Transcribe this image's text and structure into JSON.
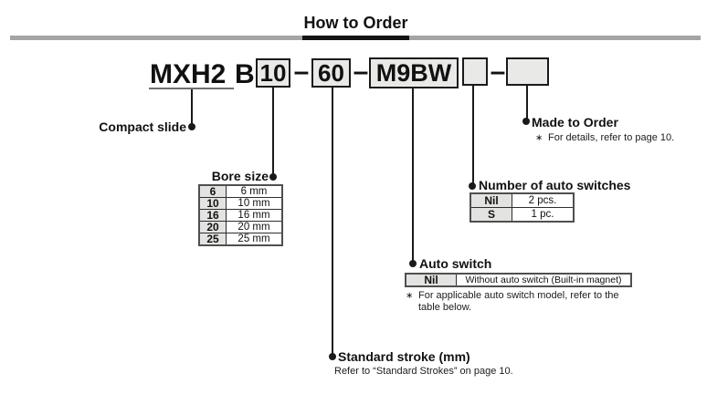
{
  "header": {
    "title": "How to Order"
  },
  "model": {
    "series": "MXH2",
    "mounting": "B",
    "bore_code": "10",
    "stroke_code": "60",
    "auto_switch_code": "M9BW",
    "switch_qty_code": "",
    "made_to_order_code": "",
    "dash": "–"
  },
  "symbols": {
    "note_marker": "∗"
  },
  "callouts": {
    "compact_slide": {
      "label": "Compact slide"
    },
    "bore_size": {
      "label": "Bore size",
      "table": {
        "rows": [
          [
            "6",
            "6 mm"
          ],
          [
            "10",
            "10 mm"
          ],
          [
            "16",
            "16 mm"
          ],
          [
            "20",
            "20 mm"
          ],
          [
            "25",
            "25 mm"
          ]
        ]
      }
    },
    "standard_stroke": {
      "label": "Standard stroke (mm)",
      "note": "Refer to “Standard Strokes” on page 10."
    },
    "auto_switch": {
      "label": "Auto switch",
      "table": {
        "rows": [
          [
            "Nil",
            "Without auto switch (Built-in magnet)"
          ]
        ]
      },
      "note_line1": "For applicable auto switch model, refer to the",
      "note_line2": "table below."
    },
    "switch_qty": {
      "label": "Number of auto switches",
      "table": {
        "rows": [
          [
            "Nil",
            "2 pcs."
          ],
          [
            "S",
            "1 pc."
          ]
        ]
      }
    },
    "made_to_order": {
      "label": "Made to Order",
      "note": "For details, refer to page 10."
    }
  },
  "colors": {
    "accent_bar_gray": "#a4a4a4",
    "title_underline": "#141414",
    "box_fill": "#e9e9e7",
    "table_key_fill": "#e3e3e1",
    "line_black": "#1a1a1a"
  }
}
